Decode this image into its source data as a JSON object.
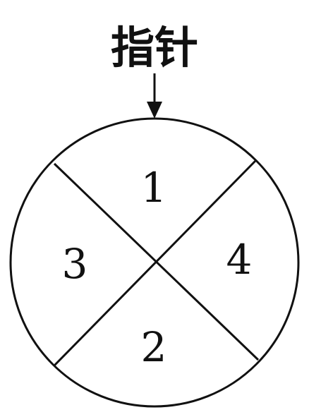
{
  "pointer": {
    "label": "指针"
  },
  "sectors": [
    {
      "label": "1",
      "position": "top"
    },
    {
      "label": "2",
      "position": "bottom"
    },
    {
      "label": "3",
      "position": "left"
    },
    {
      "label": "4",
      "position": "right"
    }
  ],
  "colors": {
    "line": "#111111",
    "background": "#ffffff"
  }
}
